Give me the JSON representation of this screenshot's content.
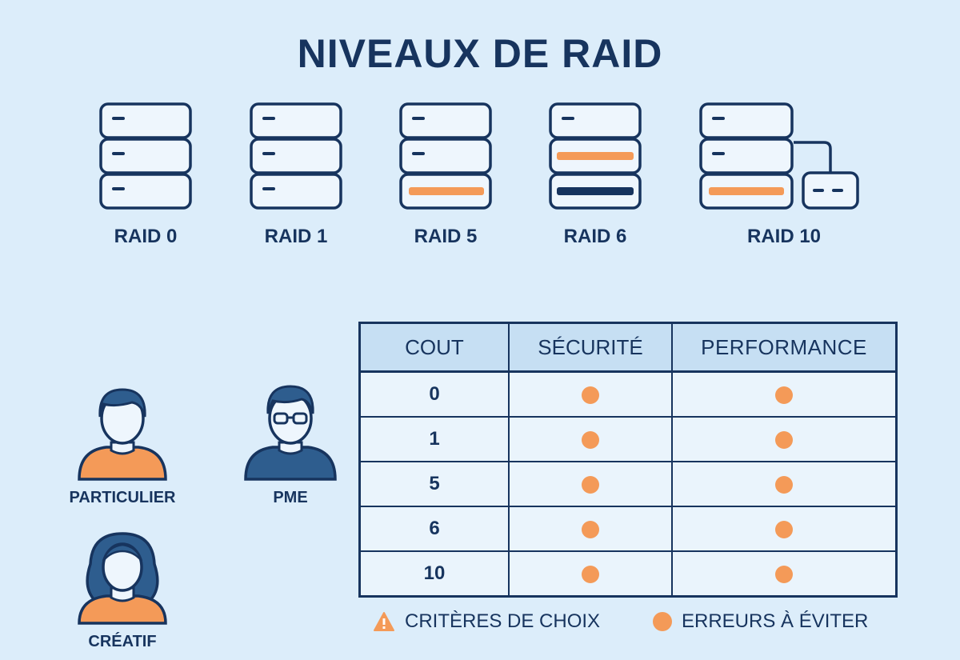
{
  "title": "NIVEAUX DE RAID",
  "raid_levels": [
    {
      "label": "RAID 0"
    },
    {
      "label": "RAID 1"
    },
    {
      "label": "RAID 5"
    },
    {
      "label": "RAID 6"
    },
    {
      "label": "RAID 10"
    }
  ],
  "personas": [
    {
      "label": "PARTICULIER"
    },
    {
      "label": "PME"
    },
    {
      "label": "CRÉATIF"
    }
  ],
  "table": {
    "headers": [
      "COUT",
      "SÉCURITÉ",
      "PERFORMANCE"
    ],
    "rows": [
      {
        "cout": "0"
      },
      {
        "cout": "1"
      },
      {
        "cout": "5"
      },
      {
        "cout": "6"
      },
      {
        "cout": "10"
      }
    ]
  },
  "legend": {
    "criteria": "CRITÈRES DE CHOIX",
    "errors": "ERREURS À ÉVITER"
  },
  "colors": {
    "navy": "#17345e",
    "orange": "#f49a58",
    "background": "#dcedfa",
    "header_fill": "#c6dff3"
  },
  "icons": [
    "server-stack-icon",
    "person-icon",
    "warning-icon",
    "dot-icon"
  ]
}
